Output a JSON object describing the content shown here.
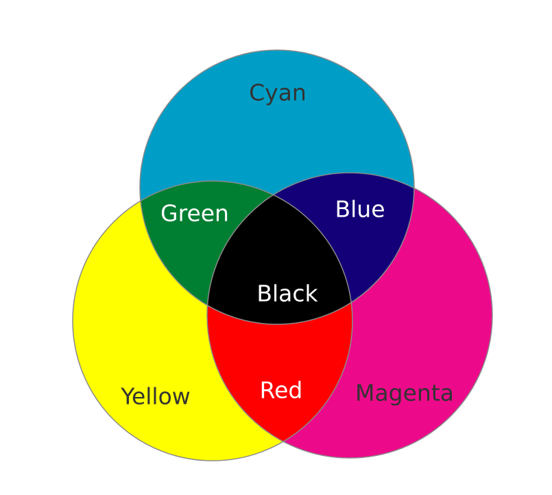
{
  "circles": {
    "cyan": {
      "label": "Cyan",
      "color": "#009ec6"
    },
    "yellow": {
      "label": "Yellow",
      "color": "#ffff00"
    },
    "magenta": {
      "label": "Magenta",
      "color": "#ed0a8a"
    }
  },
  "overlaps": {
    "green": {
      "label": "Green",
      "color": "#007f32"
    },
    "blue": {
      "label": "Blue",
      "color": "#130078"
    },
    "red": {
      "label": "Red",
      "color": "#ff0000"
    },
    "black": {
      "label": "Black",
      "color": "#000000"
    }
  },
  "label_colors": {
    "dark": "#333333",
    "light": "#ffffff"
  },
  "outline_color": "#8a8a8a"
}
